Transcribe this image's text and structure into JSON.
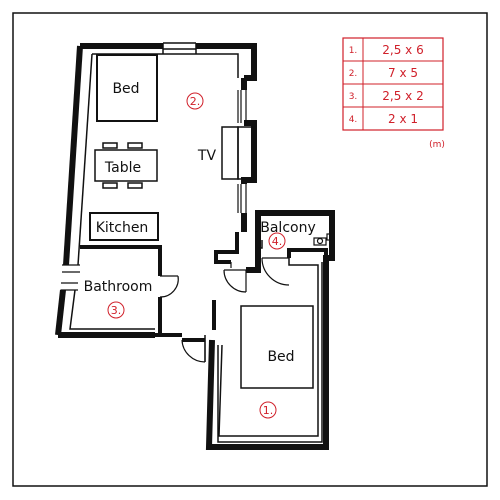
{
  "rooms": {
    "bed_main": "Bed",
    "table": "Table",
    "kitchen": "Kitchen",
    "bathroom": "Bathroom",
    "tv": "TV",
    "balcony": "Balcony",
    "bed_second": "Bed"
  },
  "markers": {
    "m1": "1.",
    "m2": "2.",
    "m3": "3.",
    "m4": "4."
  },
  "legend": {
    "rows": [
      {
        "index": "1.",
        "size": "2,5 x 6"
      },
      {
        "index": "2.",
        "size": "7 x 5"
      },
      {
        "index": "3.",
        "size": "2,5 x 2"
      },
      {
        "index": "4.",
        "size": "2 x 1"
      }
    ],
    "unit": "(m)"
  },
  "colors": {
    "wall": "#111111",
    "accent": "#d0202a"
  }
}
